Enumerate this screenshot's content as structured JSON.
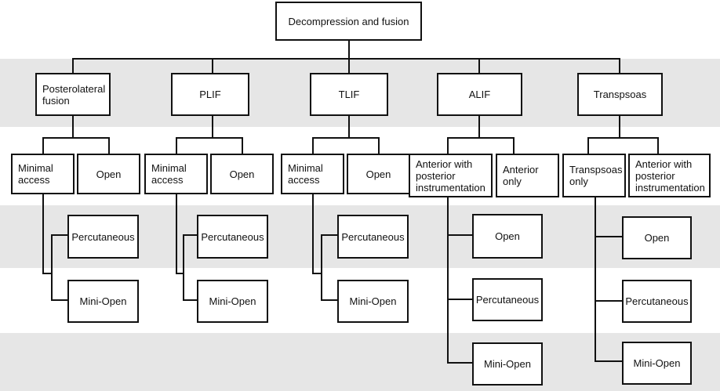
{
  "root": "Decompression and fusion",
  "approaches": [
    {
      "label": "Posterolateral\nfusion",
      "options": [
        "Minimal\naccess",
        "Open"
      ],
      "techniques": [
        "Percutaneous",
        "Mini-Open"
      ]
    },
    {
      "label": "PLIF",
      "options": [
        "Minimal\naccess",
        "Open"
      ],
      "techniques": [
        "Percutaneous",
        "Mini-Open"
      ]
    },
    {
      "label": "TLIF",
      "options": [
        "Minimal\naccess",
        "Open"
      ],
      "techniques": [
        "Percutaneous",
        "Mini-Open"
      ]
    },
    {
      "label": "ALIF",
      "options": [
        "Anterior with\nposterior\ninstrumentation",
        "Anterior\nonly"
      ],
      "techniques": [
        "Open",
        "Percutaneous",
        "Mini-Open"
      ]
    },
    {
      "label": "Transpsoas",
      "options": [
        "Transpsoas\nonly",
        "Anterior with\nposterior\ninstrumentation"
      ],
      "techniques": [
        "Open",
        "Percutaneous",
        "Mini-Open"
      ]
    }
  ]
}
